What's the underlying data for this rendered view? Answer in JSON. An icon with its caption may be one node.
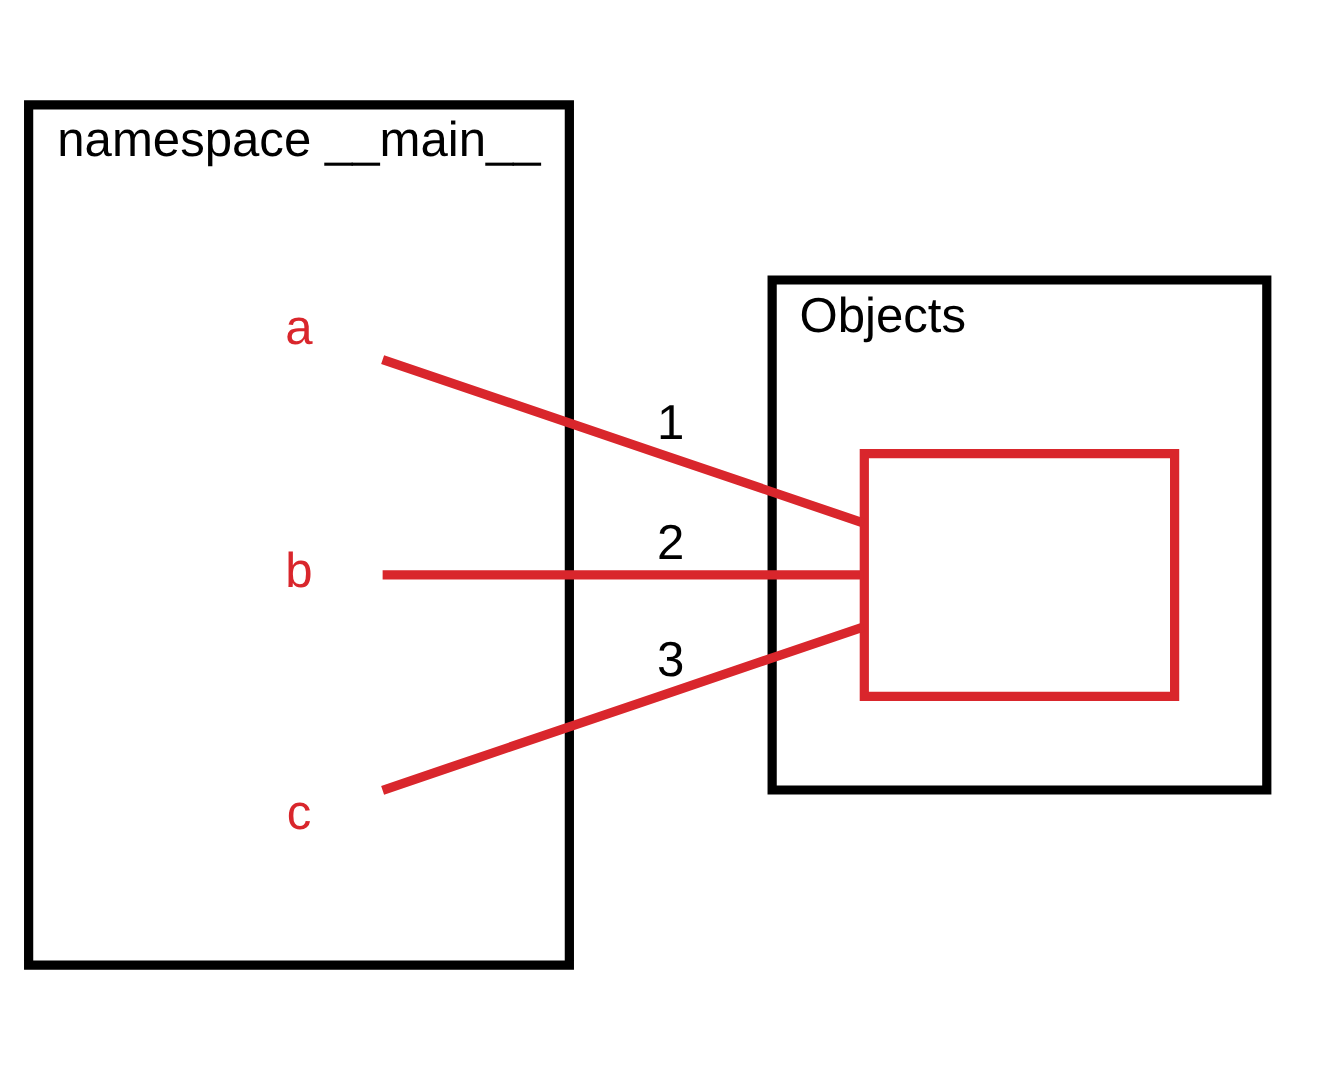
{
  "diagram": {
    "nodes": [
      {
        "text": [
          "namespace __main__"
        ]
      },
      {
        "text": [
          "a"
        ],
        "in": 0
      },
      {
        "text": [
          "b"
        ],
        "in": 0
      },
      {
        "text": [
          "c"
        ],
        "in": 0
      },
      {
        "text": [
          "Objects"
        ]
      },
      {
        "text": [],
        "shape": "box",
        "in": 4
      }
    ],
    "edges": [
      {
        "from": 1,
        "to": 5,
        "arrow": "none",
        "label": "1"
      },
      {
        "from": 2,
        "to": 5,
        "arrow": "none",
        "label": "2"
      },
      {
        "from": 3,
        "to": 5,
        "arrow": "none",
        "label": "3"
      }
    ]
  }
}
